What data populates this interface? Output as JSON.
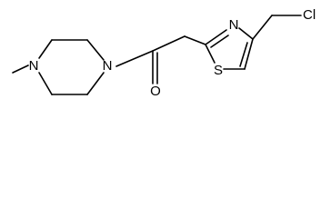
{
  "molecule": {
    "atoms": {
      "n_methyl": "N",
      "n_amide": "N",
      "oxygen": "O",
      "sulfur": "S",
      "n_thiazole": "N",
      "chlorine": "Cl"
    }
  }
}
